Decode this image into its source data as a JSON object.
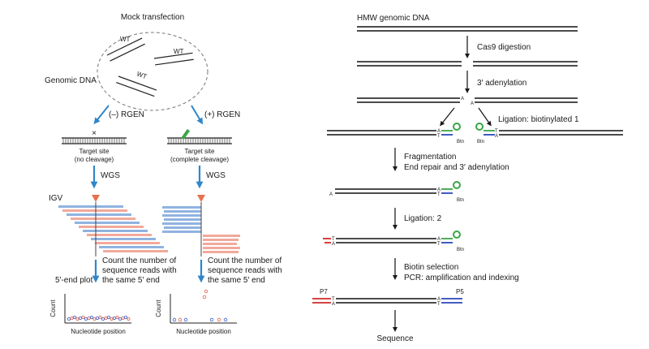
{
  "left": {
    "mock_title": "Mock transfection",
    "genomic_label": "Genomic DNA",
    "wt_label": "WT",
    "branch_minus": "(–) RGEN",
    "branch_plus": "(+) RGEN",
    "target_no_cleavage_1": "Target site",
    "target_no_cleavage_2": "(no cleavage)",
    "target_cleavage_1": "Target site",
    "target_cleavage_2": "(complete cleavage)",
    "wgs": "WGS",
    "igv": "IGV",
    "count_text_1": "Count the number of",
    "count_text_2": "sequence reads with",
    "count_text_3": "the same 5′ end",
    "plot_title": "5′-end plot",
    "y_axis": "Count",
    "x_axis": "Nucleotide position"
  },
  "right": {
    "hmw": "HMW genomic DNA",
    "step_cas9": "Cas9 digestion",
    "step_adenylation": "3′ adenylation",
    "step_ligation1": "Ligation: biotinylated 1",
    "step_frag_1": "Fragmentation",
    "step_frag_2": "End repair and 3′ adenylation",
    "step_ligation2": "Ligation: 2",
    "step_biotin": "Biotin selection",
    "step_pcr": "PCR: amplification and indexing",
    "p7": "P7",
    "p5": "P5",
    "sequence": "Sequence",
    "btn": "Btn",
    "base_a": "A",
    "base_t": "T"
  },
  "colors": {
    "blue_read": "#8fb3e0",
    "red_read": "#f2a99b",
    "arrow_blue": "#2f86c9",
    "marker": "#e8704f",
    "green_adapter": "#3aa645",
    "blue_adapter": "#2a47b8",
    "red_adapter": "#d02a2a"
  }
}
